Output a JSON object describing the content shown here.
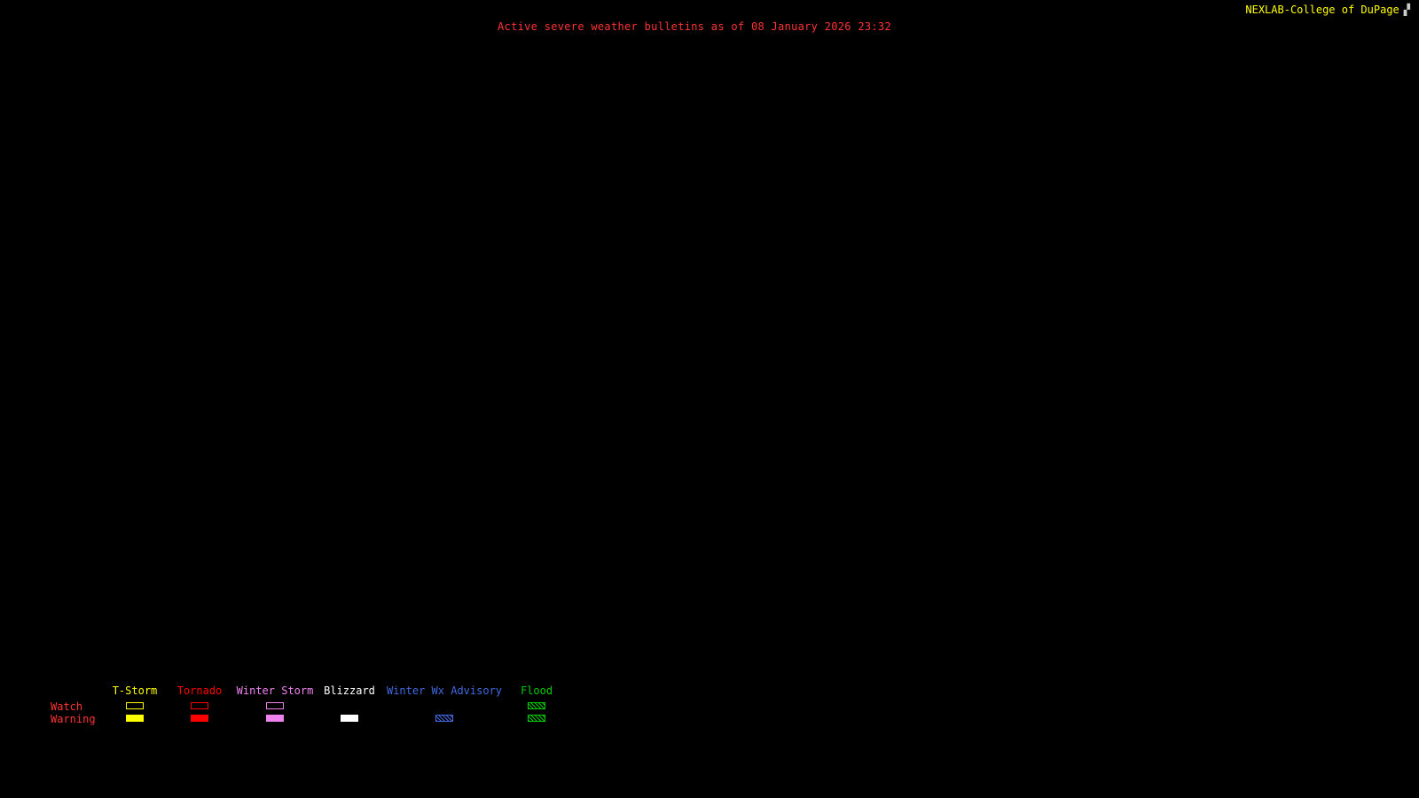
{
  "page": {
    "background": "#000000"
  },
  "header": {
    "title": "Active severe weather bulletins as of 08 January 2026 23:32",
    "title_color": "#ff3333",
    "brand": "NEXLAB-College of DuPage",
    "brand_color": "#ffff00",
    "logo_icon": "▞"
  },
  "legend": {
    "watch_label": "Watch",
    "warning_label": "Warning",
    "row_label_color": "#ff3333",
    "columns": [
      {
        "label": "T-Storm",
        "color": "#ffff00",
        "watch_style": "outline",
        "warning_style": "filled"
      },
      {
        "label": "Tornado",
        "color": "#ff0000",
        "watch_style": "outline",
        "warning_style": "filled"
      },
      {
        "label": "Winter Storm",
        "color": "#ee82ee",
        "watch_style": "outline",
        "warning_style": "filled"
      },
      {
        "label": "Blizzard",
        "color": "#ffffff",
        "watch_style": "none",
        "warning_style": "filled"
      },
      {
        "label": "Winter Wx Advisory",
        "color": "#4169e1",
        "watch_style": "none",
        "warning_style": "hatch"
      },
      {
        "label": "Flood",
        "color": "#00cc00",
        "watch_style": "hatch",
        "warning_style": "hatch"
      }
    ]
  }
}
